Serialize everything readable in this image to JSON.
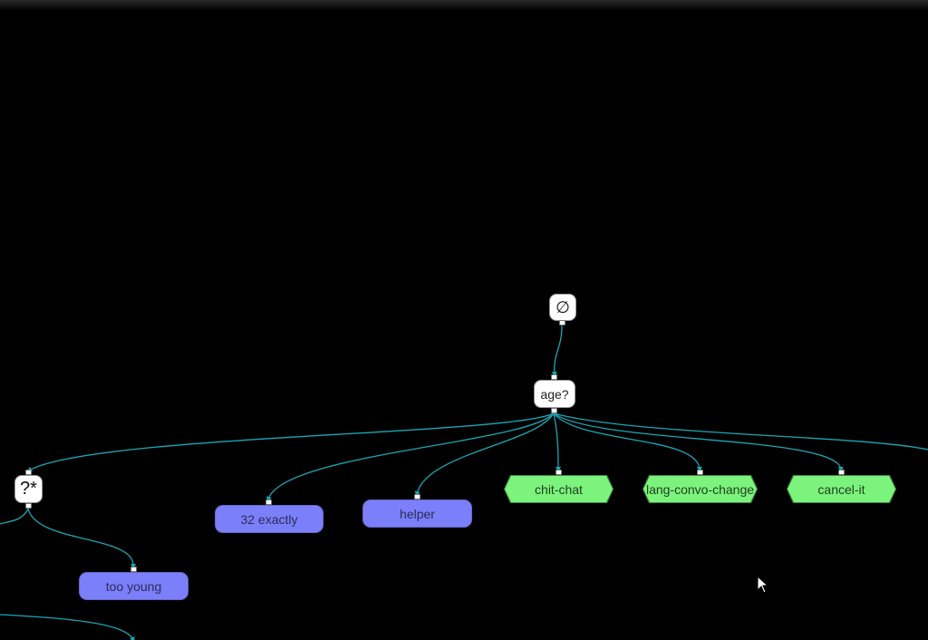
{
  "nodes": {
    "root": {
      "label": "∅"
    },
    "age": {
      "label": "age?"
    },
    "wildcard": {
      "label": "?*"
    },
    "exactly": {
      "label": "32 exactly"
    },
    "helper": {
      "label": "helper"
    },
    "too_young": {
      "label": "too young"
    },
    "chit_chat": {
      "label": "chit-chat"
    },
    "lang_convo_change": {
      "label": "lang-convo-change"
    },
    "cancel_it": {
      "label": "cancel-it"
    }
  },
  "colors": {
    "edge": "#1aa7b3",
    "answer_fill": "#7b7ffa",
    "hex_fill": "#7cf37c",
    "question_fill": "#ffffff",
    "background": "#000000"
  },
  "icons": {
    "cursor": "mouse-pointer-icon"
  }
}
